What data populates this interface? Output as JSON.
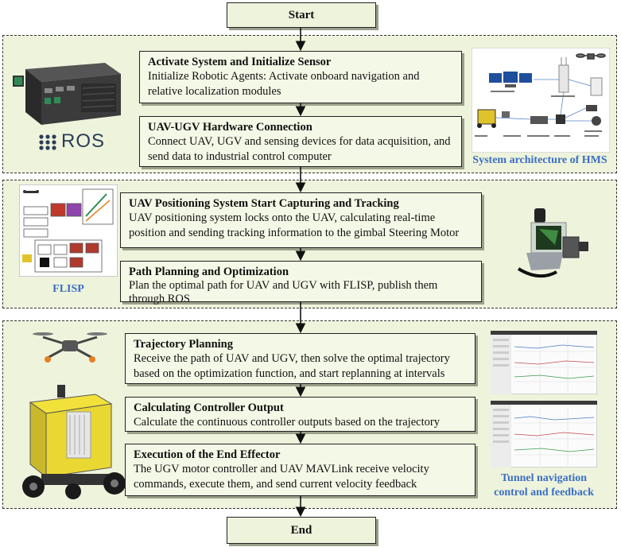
{
  "start_label": "Start",
  "end_label": "End",
  "colors": {
    "section_bg": "#eef3dc",
    "caption": "#3b6fc4",
    "border": "#222222"
  },
  "section1": {
    "ros_label": "ROS",
    "caption": "System architecture of HMS",
    "boxes": [
      {
        "title": "Activate System and Initialize Sensor",
        "desc": "Initialize Robotic Agents: Activate onboard navigation and relative localization modules"
      },
      {
        "title": "UAV-UGV Hardware Connection",
        "desc": "Connect UAV, UGV and sensing devices for data acquisition, and send data to industrial control computer"
      }
    ]
  },
  "section2": {
    "caption": "FLISP",
    "boxes": [
      {
        "title": "UAV Positioning System Start Capturing and Tracking",
        "desc": "UAV positioning system locks onto the UAV, calculating real-time position and sending tracking information to the gimbal Steering Motor"
      },
      {
        "title": "Path Planning and Optimization",
        "desc": "Plan the optimal path for UAV and UGV with FLISP, publish them through ROS"
      }
    ]
  },
  "section3": {
    "caption_line1": "Tunnel navigation",
    "caption_line2": "control and feedback",
    "boxes": [
      {
        "title": "Trajectory Planning",
        "desc": "Receive the path of UAV and UGV, then solve the optimal trajectory based on the optimization function, and start replanning at intervals"
      },
      {
        "title": "Calculating Controller Output",
        "desc": "Calculate the continuous controller outputs based on the trajectory"
      },
      {
        "title": "Execution of the End Effector",
        "desc": "The UGV motor controller and UAV MAVLink receive velocity commands, execute them, and send current velocity feedback"
      }
    ]
  }
}
